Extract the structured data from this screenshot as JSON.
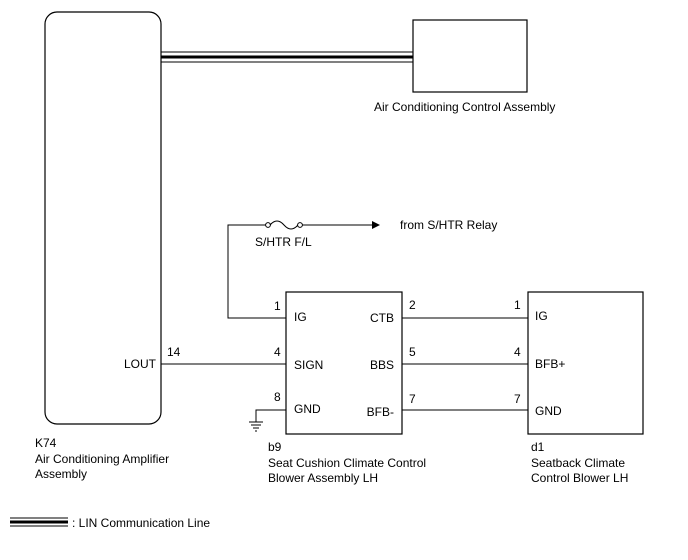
{
  "components": {
    "amplifier": {
      "code": "K74",
      "name_line1": "Air Conditioning Amplifier",
      "name_line2": "Assembly",
      "pin_lout": "LOUT",
      "pin_lout_num": "14"
    },
    "ac_control": {
      "name": "Air Conditioning Control Assembly"
    },
    "seat_cushion": {
      "code": "b9",
      "name_line1": "Seat Cushion Climate Control",
      "name_line2": "Blower Assembly LH",
      "pins": {
        "ig": "IG",
        "ig_num": "1",
        "sign": "SIGN",
        "sign_num": "4",
        "gnd": "GND",
        "gnd_num": "8",
        "ctb": "CTB",
        "ctb_num": "2",
        "bbs": "BBS",
        "bbs_num": "5",
        "bfb_minus": "BFB-",
        "bfb_minus_num": "7"
      }
    },
    "seatback": {
      "code": "d1",
      "name_line1": "Seatback Climate",
      "name_line2": "Control Blower LH",
      "pins": {
        "ig": "IG",
        "ig_num": "1",
        "bfb_plus": "BFB+",
        "bfb_plus_num": "4",
        "gnd": "GND",
        "gnd_num": "7"
      }
    }
  },
  "fuse": {
    "label": "S/HTR F/L"
  },
  "relay": {
    "label": "from S/HTR Relay"
  },
  "legend": {
    "label": ": LIN Communication Line"
  }
}
